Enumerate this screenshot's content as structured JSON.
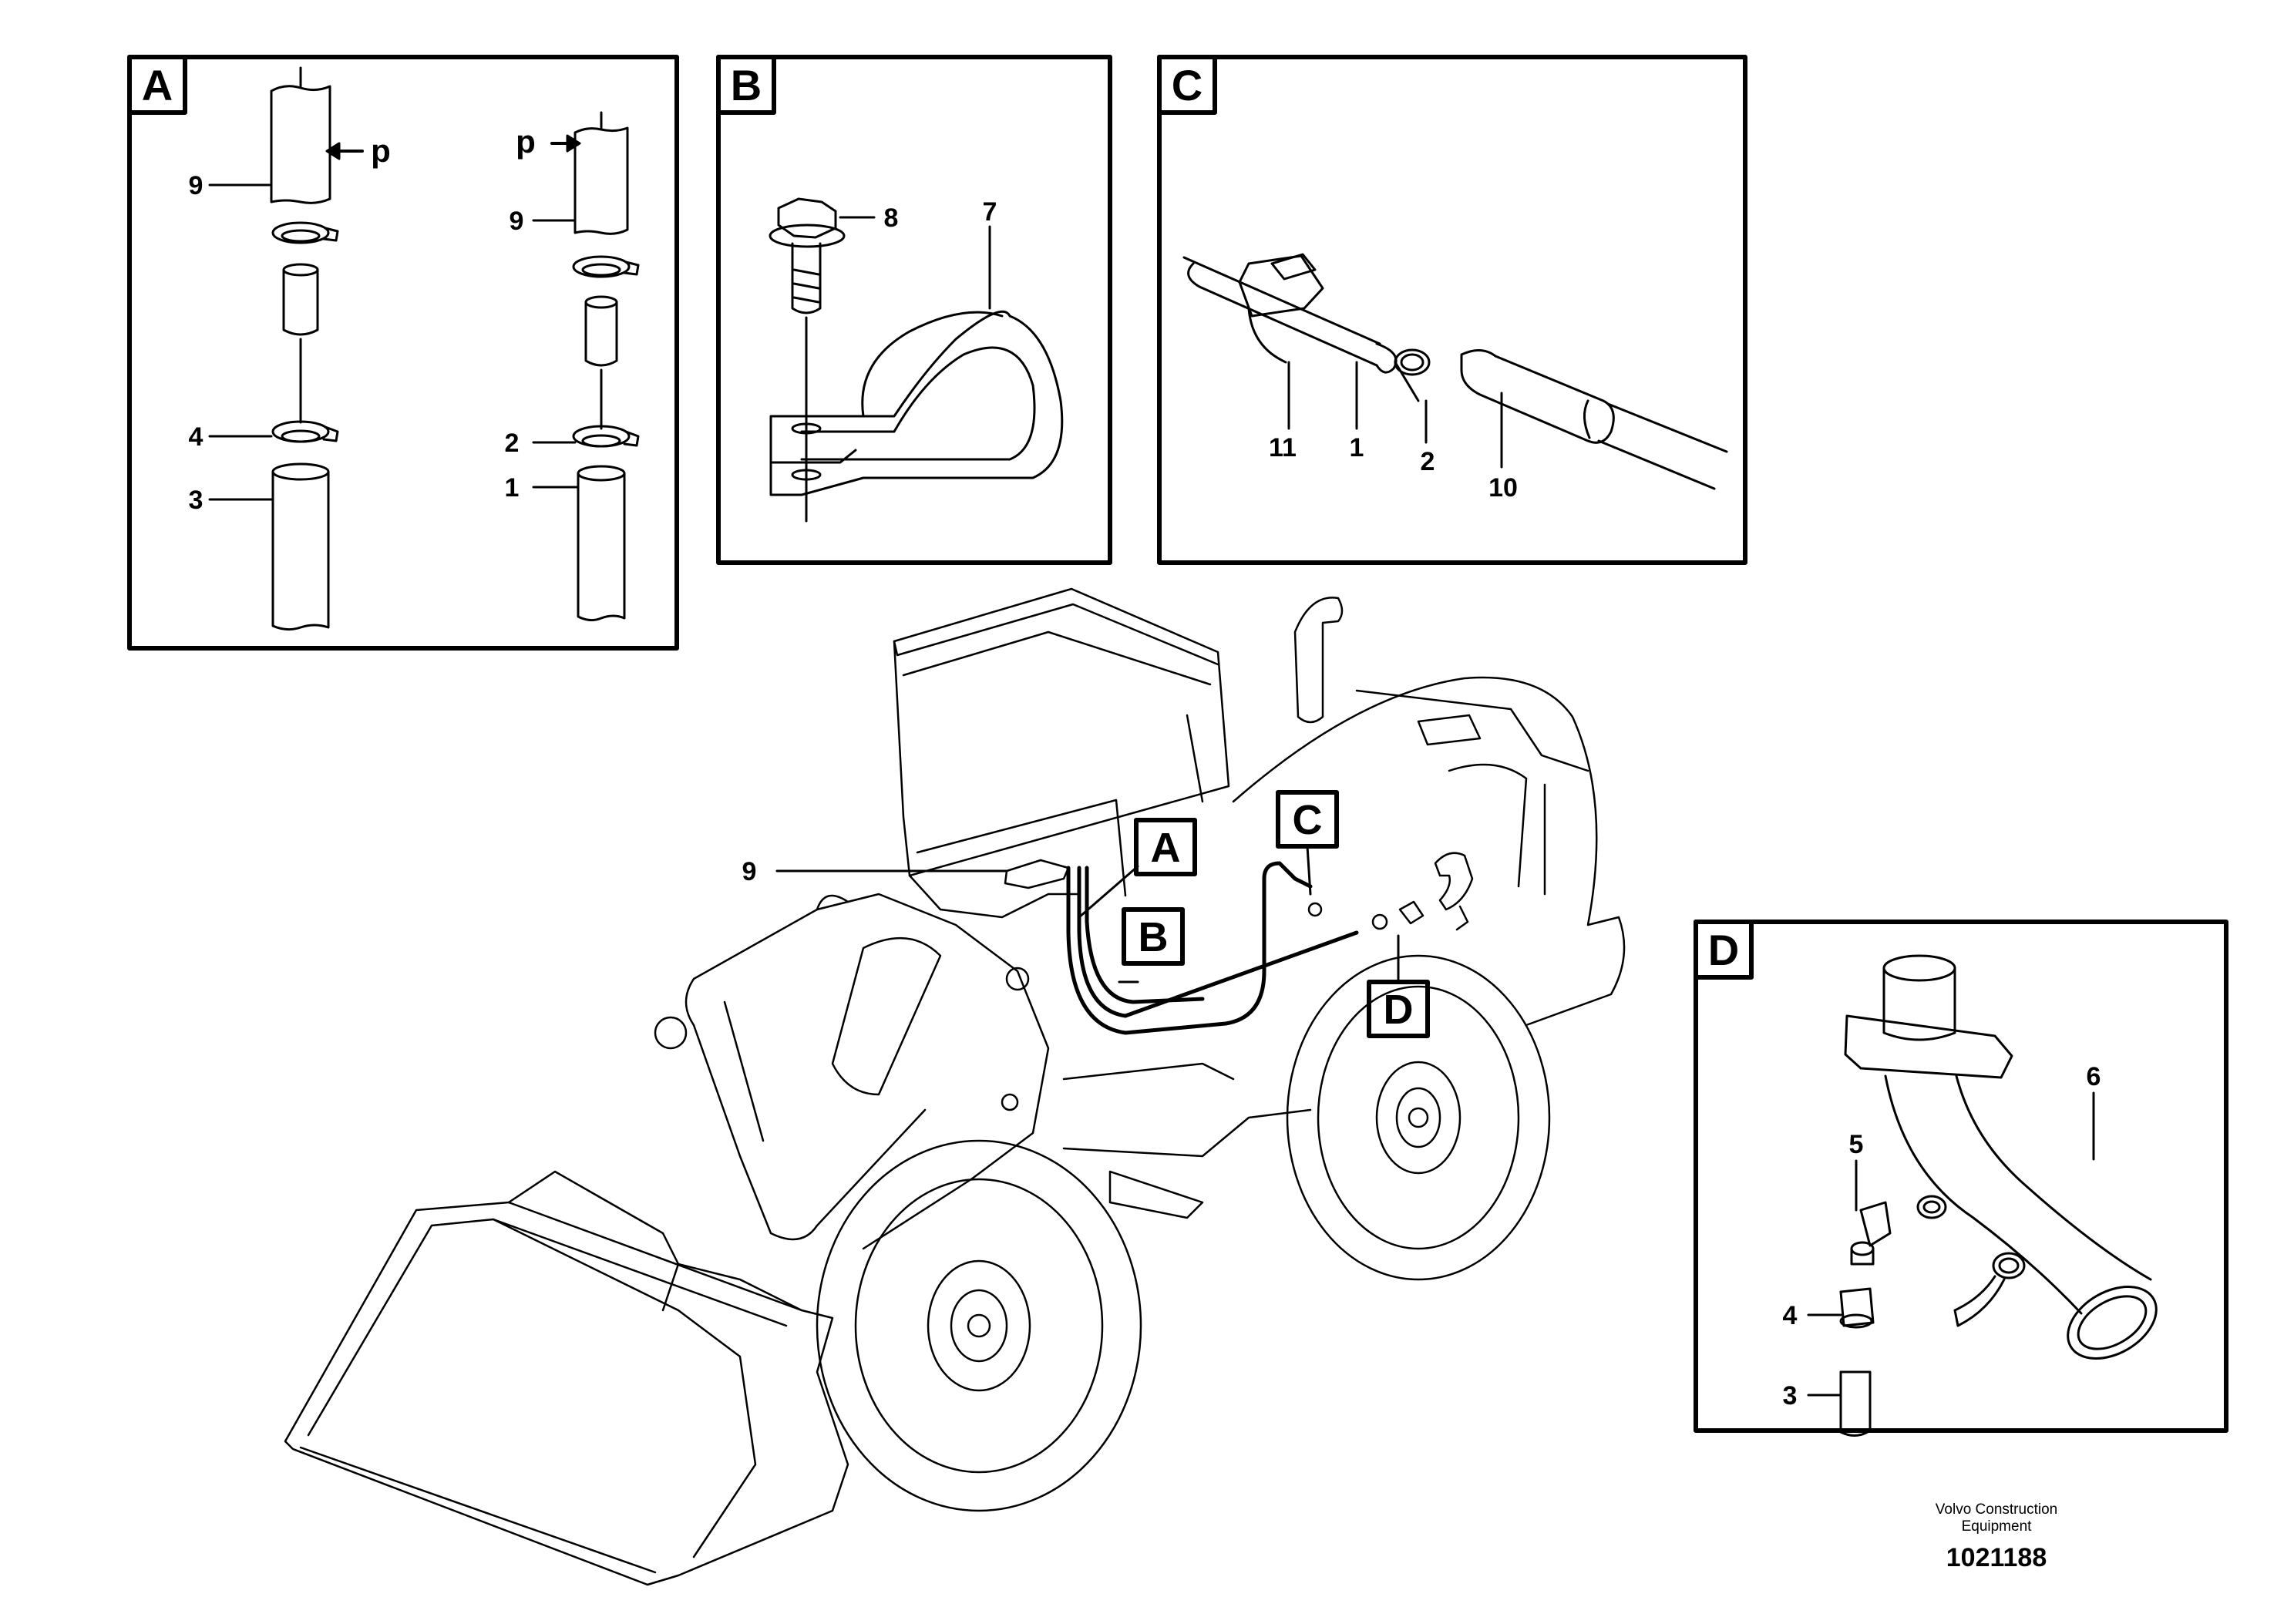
{
  "panels": {
    "A": {
      "tag": "A",
      "labels": [
        "9",
        "p",
        "9",
        "p",
        "4",
        "3",
        "2",
        "1"
      ]
    },
    "B": {
      "tag": "B",
      "labels": [
        "8",
        "7"
      ]
    },
    "C": {
      "tag": "C",
      "labels": [
        "11",
        "1",
        "2",
        "10"
      ]
    },
    "D": {
      "tag": "D",
      "labels": [
        "5",
        "6",
        "4",
        "3"
      ]
    }
  },
  "machine": {
    "callouts": {
      "A": "A",
      "B": "B",
      "C": "C",
      "D": "D"
    },
    "part_label": "9"
  },
  "footer": {
    "maker_line1": "Volvo Construction",
    "maker_line2": "Equipment",
    "doc_number": "1021188"
  }
}
